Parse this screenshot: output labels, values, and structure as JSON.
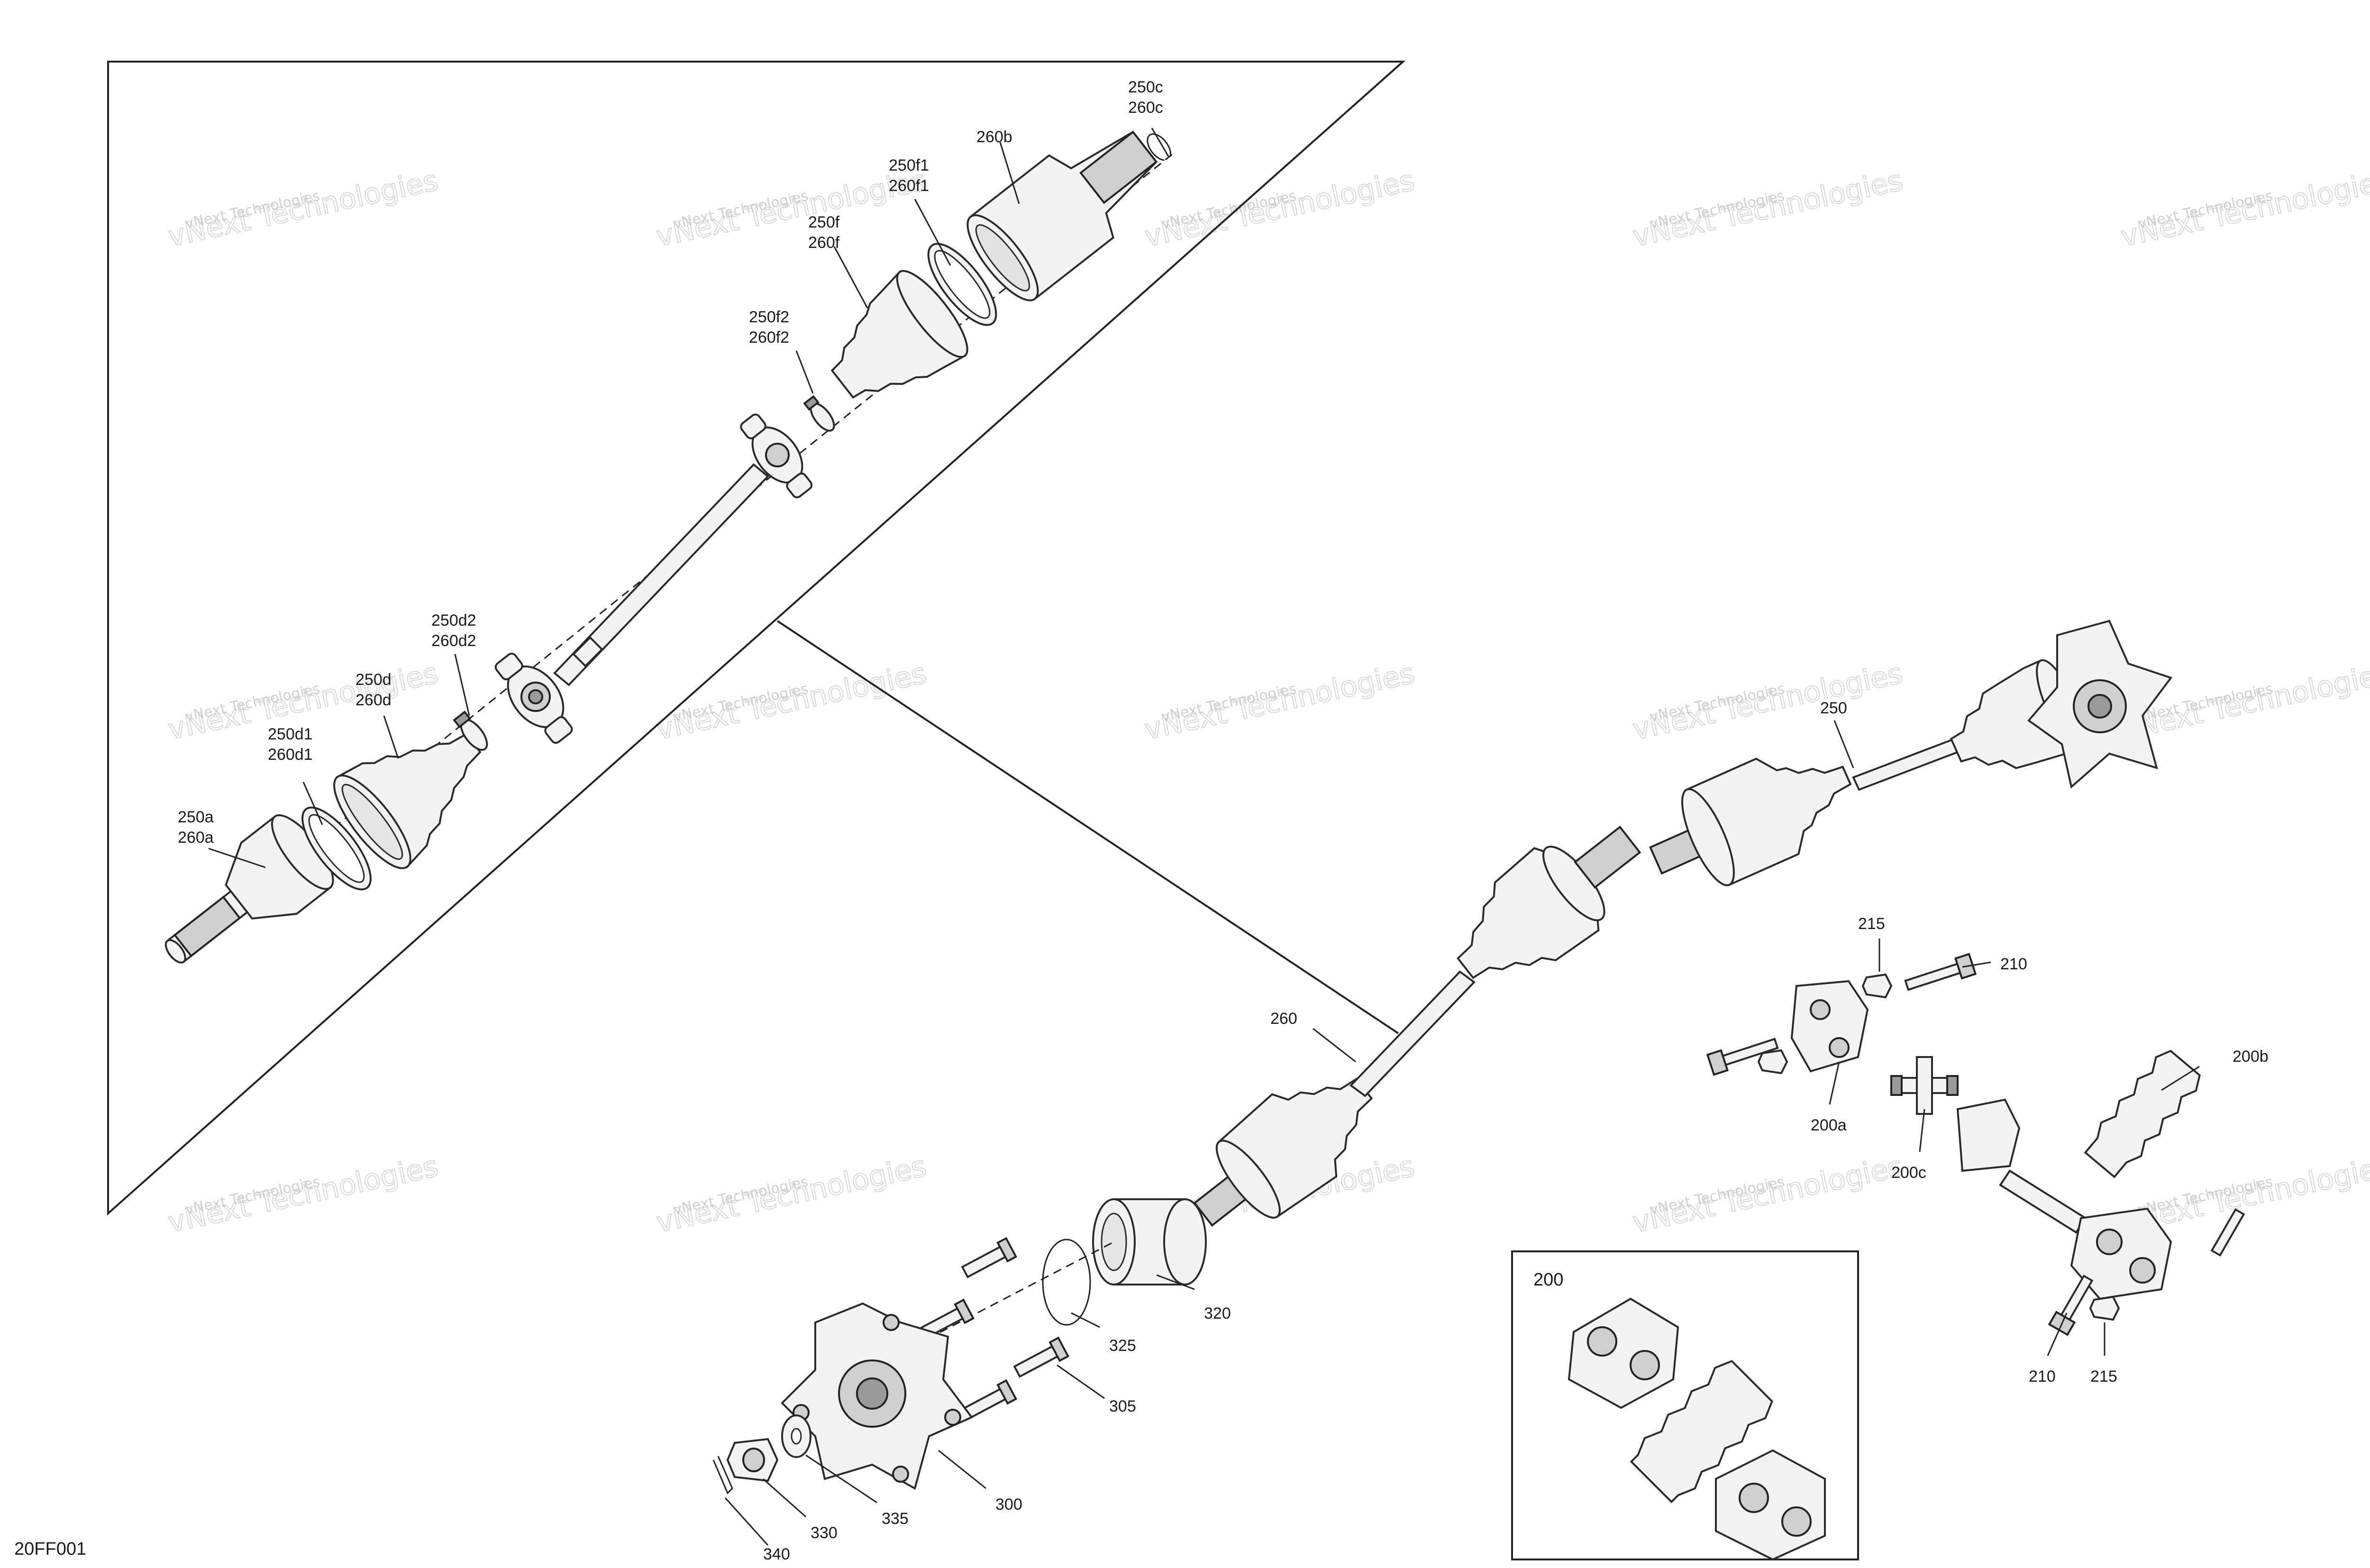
{
  "diagram": {
    "code": "20FF001",
    "inset_label": "200",
    "watermark": {
      "brand": "vNext Technologies",
      "big": "vNext Technologies",
      "positions_note": ""
    },
    "callouts": {
      "c250c": "250c",
      "c260c": "260c",
      "c260b": "260b",
      "c250f1": "250f1",
      "c260f1": "260f1",
      "c250f": "250f",
      "c260f": "260f",
      "c250f2": "250f2",
      "c260f2": "260f2",
      "c250d2": "250d2",
      "c260d2": "260d2",
      "c250d": "250d",
      "c260d": "260d",
      "c250d1": "250d1",
      "c260d1": "260d1",
      "c250a": "250a",
      "c260a": "260a",
      "c250": "250",
      "c260": "260",
      "c215a": "215",
      "c210a": "210",
      "c200a": "200a",
      "c200b": "200b",
      "c200c": "200c",
      "c210b": "210",
      "c215b": "215",
      "c320": "320",
      "c325": "325",
      "c305": "305",
      "c300": "300",
      "c335": "335",
      "c330": "330",
      "c340": "340"
    }
  }
}
